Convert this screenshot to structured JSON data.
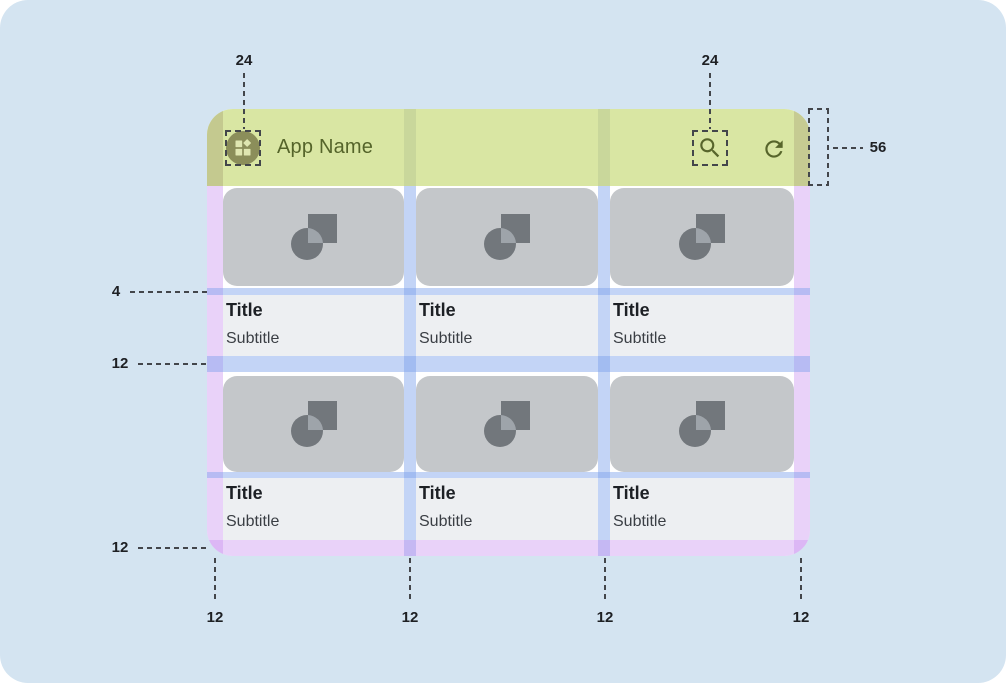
{
  "figure": {
    "type": "layout-spec-diagram",
    "background_color": "#d4e4f1"
  },
  "app_bar": {
    "title": "App Name",
    "leading_icon": "apps-icon",
    "action_icons": [
      "search-icon",
      "refresh-icon"
    ],
    "background_color": "#d9e6a3",
    "text_color": "#55642a"
  },
  "cards": [
    {
      "title": "Title",
      "subtitle": "Subtitle",
      "image_icon": "image-placeholder-icon"
    },
    {
      "title": "Title",
      "subtitle": "Subtitle",
      "image_icon": "image-placeholder-icon"
    },
    {
      "title": "Title",
      "subtitle": "Subtitle",
      "image_icon": "image-placeholder-icon"
    },
    {
      "title": "Title",
      "subtitle": "Subtitle",
      "image_icon": "image-placeholder-icon"
    },
    {
      "title": "Title",
      "subtitle": "Subtitle",
      "image_icon": "image-placeholder-icon"
    },
    {
      "title": "Title",
      "subtitle": "Subtitle",
      "image_icon": "image-placeholder-icon"
    }
  ],
  "annotations": {
    "leading_icon_size": "24",
    "action_icon_size": "24",
    "app_bar_height": "56",
    "image_text_gap": "4",
    "row_gap": "12",
    "left_bottom_margin": "12",
    "bottom_margins": [
      "12",
      "12",
      "12",
      "12"
    ]
  },
  "overlay_colors": {
    "app_bar_overlay_green": "#d9e6a3",
    "margin_overlay_purple": "#e9d2f9",
    "gutter_overlay_blue": "#c2d4f6",
    "card_image_bg": "#c4c7ca",
    "card_text_bg": "#edeff2"
  }
}
